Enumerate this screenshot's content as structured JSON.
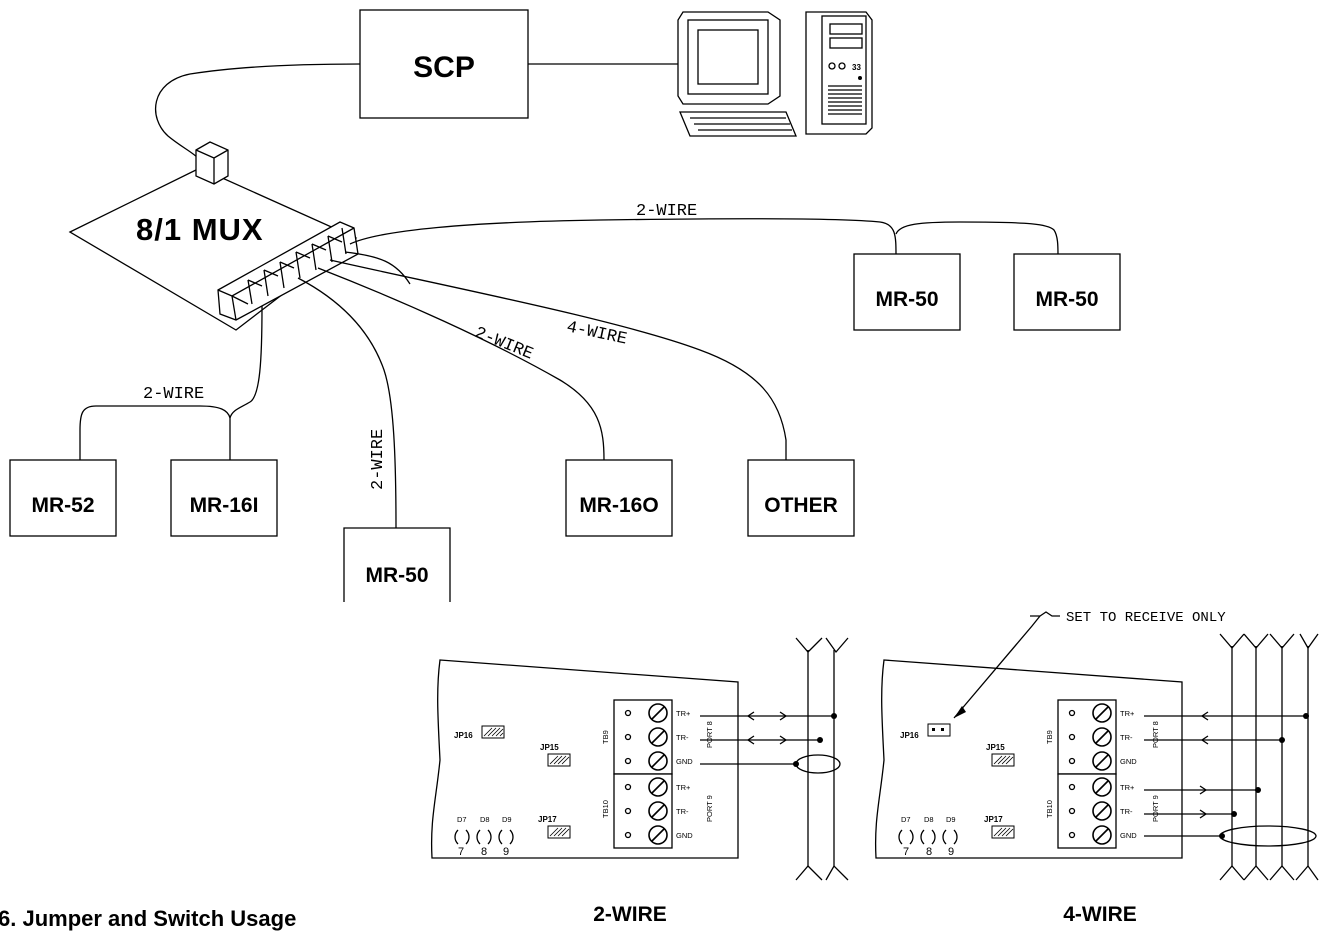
{
  "scp_label": "SCP",
  "mux_label": "8/1 MUX",
  "wire_labels": {
    "top_right": "2-WIRE",
    "left": "2-WIRE",
    "center_vertical": "2-WIRE",
    "center_diag": "2-WIRE",
    "four_wire": "4-WIRE"
  },
  "devices": {
    "mr50_right_a": "MR-50",
    "mr50_right_b": "MR-50",
    "mr52": "MR-52",
    "mr16i": "MR-16I",
    "mr50_center": "MR-50",
    "mr16o": "MR-16O",
    "other": "OTHER"
  },
  "board_labels": {
    "jp16": "JP16",
    "jp15": "JP15",
    "jp17": "JP17",
    "tb9": "TB9",
    "tb10": "TB10",
    "port8": "PORT 8",
    "port9": "PORT 9",
    "tr_plus": "TR+",
    "tr_minus": "TR-",
    "gnd": "GND",
    "d7": "D7",
    "d8": "D8",
    "d9": "D9",
    "n7": "7",
    "n8": "8",
    "n9": "9"
  },
  "set_to_receive_note": "SET TO RECEIVE ONLY",
  "captions": {
    "two_wire": "2-WIRE",
    "four_wire": "4-WIRE"
  },
  "section_heading": "6.  Jumper and Switch Usage"
}
